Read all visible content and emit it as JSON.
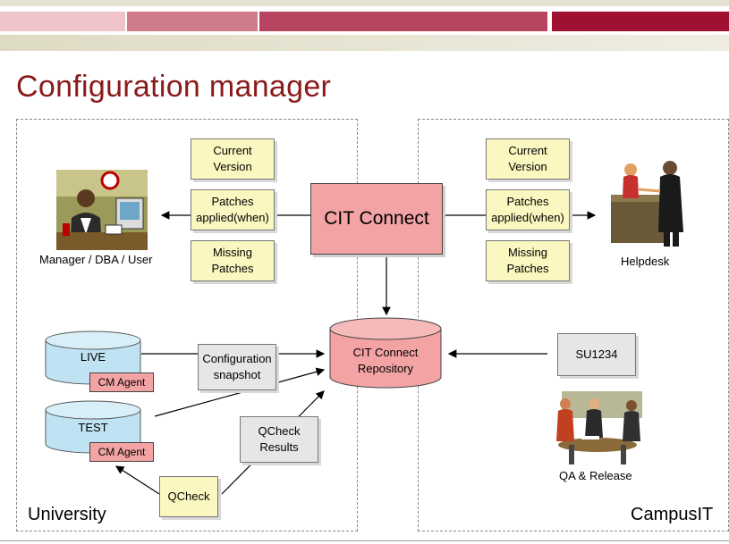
{
  "slide": {
    "title": "Configuration manager",
    "colors": {
      "title": "#8b1a1a",
      "accent_dark": "#a01030",
      "accent_mid": "#b84560",
      "accent_light": "#e8a9b3",
      "beige": "#dcd9c2"
    }
  },
  "regions": {
    "left_label": "University",
    "right_label": "CampusIT"
  },
  "nodes": {
    "cit_connect": "CIT Connect",
    "repository": "CIT Connect\nRepository",
    "live": "LIVE",
    "test": "TEST",
    "cm_agent_live": "CM Agent",
    "cm_agent_test": "CM Agent",
    "manager_caption": "Manager / DBA / User",
    "helpdesk_caption": "Helpdesk",
    "qa_caption": "QA & Release"
  },
  "notes": {
    "left_current": "Current\nVersion",
    "left_patches": "Patches\napplied(when)",
    "left_missing": "Missing\nPatches",
    "right_current": "Current\nVersion",
    "right_patches": "Patches\napplied(when)",
    "right_missing": "Missing\nPatches",
    "config_snapshot": "Configuration\nsnapshot",
    "qcheck_results": "QCheck\nResults",
    "qcheck": "QCheck",
    "su": "SU1234"
  },
  "icons": {
    "manager": "office-worker-icon",
    "helpdesk": "helpdesk-icon",
    "qa": "meeting-icon"
  }
}
